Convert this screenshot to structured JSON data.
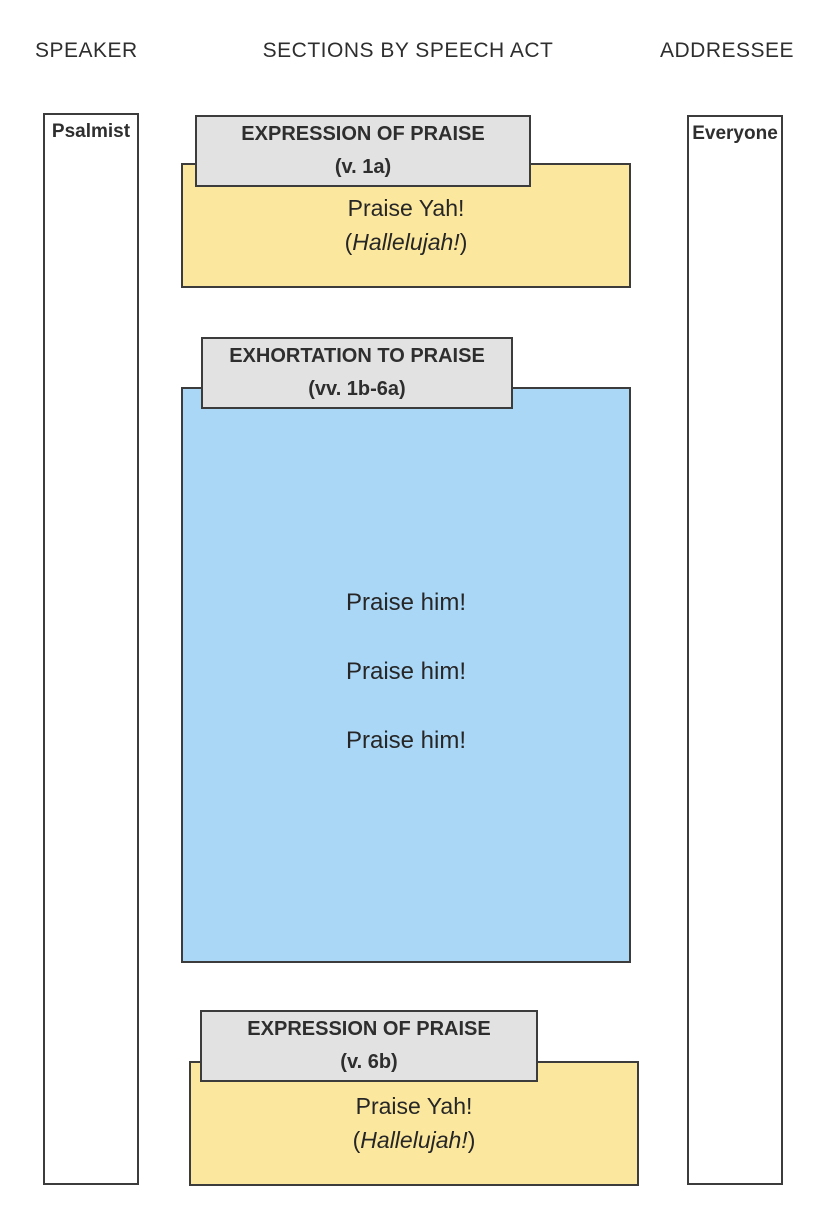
{
  "header": {
    "speaker_label": "SPEAKER",
    "center_label": "SECTIONS BY SPEECH ACT",
    "addressee_label": "ADDRESSEE"
  },
  "speaker_column": {
    "label": "Psalmist"
  },
  "addressee_column": {
    "label": "Everyone"
  },
  "section1": {
    "title_line1": "EXPRESSION OF PRAISE",
    "title_line2": "(v. 1a)",
    "body_line1": "Praise Yah!",
    "body_line2_open": "(",
    "body_line2_italic": "Hallelujah!",
    "body_line2_close": ")"
  },
  "section2": {
    "title_line1": "EXHORTATION TO PRAISE",
    "title_line2": "(vv. 1b-6a)",
    "body_line1": "Praise him!",
    "body_line2": "Praise him!",
    "body_line3": "Praise him!"
  },
  "section3": {
    "title_line1": "EXPRESSION OF PRAISE",
    "title_line2": "(v. 6b)",
    "body_line1": "Praise Yah!",
    "body_line2_open": "(",
    "body_line2_italic": "Hallelujah!",
    "body_line2_close": ")"
  },
  "colors": {
    "praise_yellow": "#FBE79D",
    "exhortation_blue": "#ABD7F7",
    "header_gray": "#E2E2E2",
    "border_dark": "#3C3C3C",
    "text_dark": "#262626",
    "header_text": "#2E2E2E"
  }
}
